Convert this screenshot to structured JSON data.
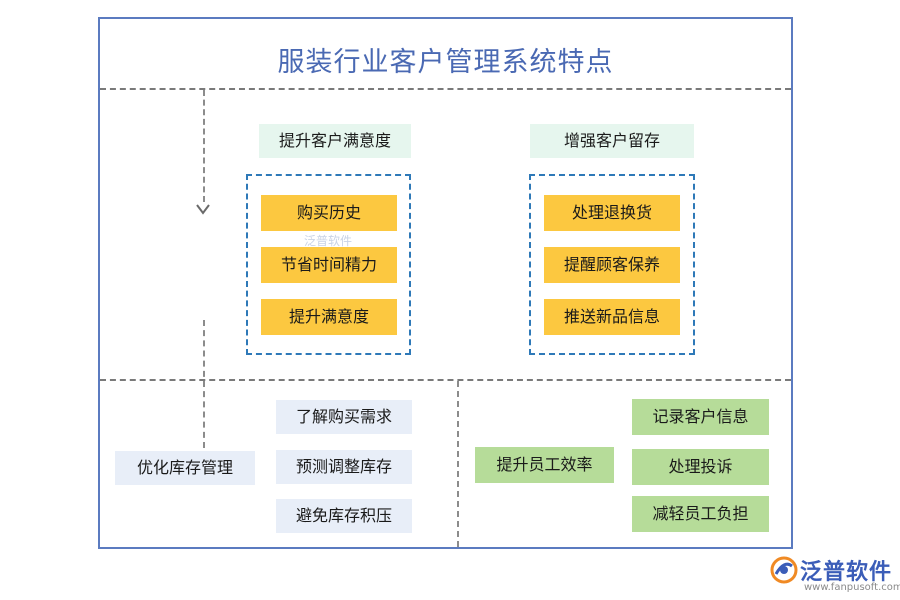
{
  "title": "服装行业客户管理系统特点",
  "sections": {
    "satisfaction": {
      "header": "提升客户满意度",
      "items": [
        "购买历史",
        "节省时间精力",
        "提升满意度"
      ]
    },
    "retention": {
      "header": "增强客户留存",
      "items": [
        "处理退换货",
        "提醒顾客保养",
        "推送新品信息"
      ]
    },
    "inventory": {
      "label": "优化库存管理",
      "items": [
        "了解购买需求",
        "预测调整库存",
        "避免库存积压"
      ]
    },
    "efficiency": {
      "label": "提升员工效率",
      "items": [
        "记录客户信息",
        "处理投诉",
        "减轻员工负担"
      ]
    }
  },
  "watermark": "泛普软件",
  "logo": {
    "name": "泛普软件",
    "url": "www.fanpusoft.com",
    "icon": "fanpu-logo-icon"
  },
  "colors": {
    "title": "#4a69b3",
    "frame": "#5b7bc0",
    "header_bg": "#e6f6ee",
    "yellow": "#fcc840",
    "light_blue": "#e8eef8",
    "green": "#b6dc99",
    "group_border": "#2e79b8"
  }
}
